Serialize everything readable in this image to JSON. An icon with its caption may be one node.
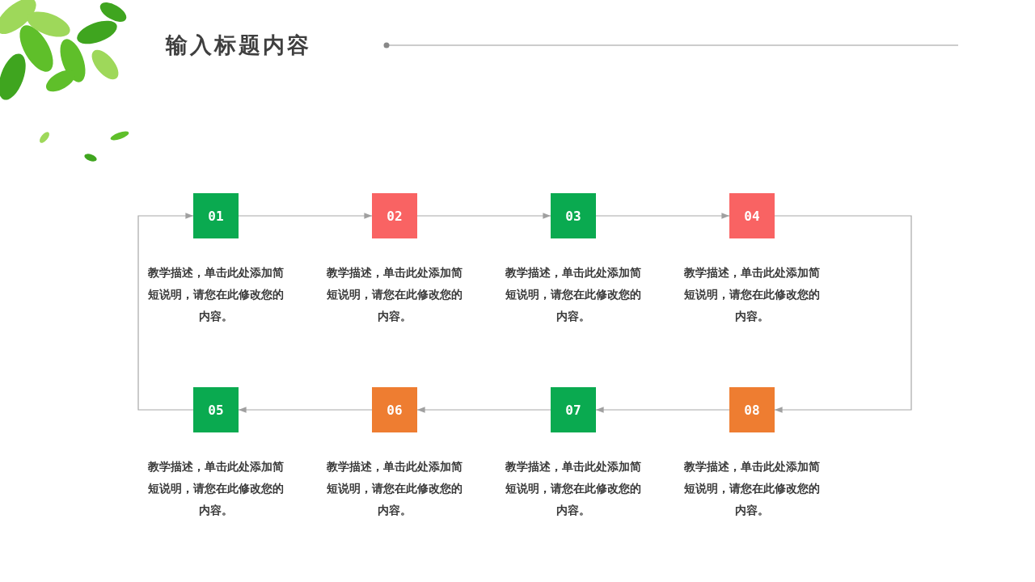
{
  "diagram": {
    "title": "输入标题内容",
    "nodes": [
      {
        "text": [
          "01"
        ],
        "beside": [
          "教学描述，单击此处添加简短说明，请您在此修改您的内容。"
        ]
      },
      {
        "text": [
          "02"
        ],
        "beside": [
          "教学描述，单击此处添加简短说明，请您在此修改您的内容。"
        ]
      },
      {
        "text": [
          "03"
        ],
        "beside": [
          "教学描述，单击此处添加简短说明，请您在此修改您的内容。"
        ]
      },
      {
        "text": [
          "04"
        ],
        "beside": [
          "教学描述，单击此处添加简短说明，请您在此修改您的内容。"
        ]
      },
      {
        "text": [
          "05"
        ],
        "beside": [
          "教学描述，单击此处添加简短说明，请您在此修改您的内容。"
        ]
      },
      {
        "text": [
          "06"
        ],
        "beside": [
          "教学描述，单击此处添加简短说明，请您在此修改您的内容。"
        ]
      },
      {
        "text": [
          "07"
        ],
        "beside": [
          "教学描述，单击此处添加简短说明，请您在此修改您的内容。"
        ]
      },
      {
        "text": [
          "08"
        ],
        "beside": [
          "教学描述，单击此处添加简短说明，请您在此修改您的内容。"
        ]
      }
    ],
    "edges": [
      {
        "from": 0,
        "to": 1,
        "arrow": "to"
      },
      {
        "from": 1,
        "to": 2,
        "arrow": "to"
      },
      {
        "from": 2,
        "to": 3,
        "arrow": "to"
      },
      {
        "from": 3,
        "to": 7,
        "arrow": "to"
      },
      {
        "from": 7,
        "to": 6,
        "arrow": "to"
      },
      {
        "from": 6,
        "to": 5,
        "arrow": "to"
      },
      {
        "from": 5,
        "to": 4,
        "arrow": "to"
      },
      {
        "from": 4,
        "to": 0,
        "arrow": "to"
      }
    ]
  }
}
